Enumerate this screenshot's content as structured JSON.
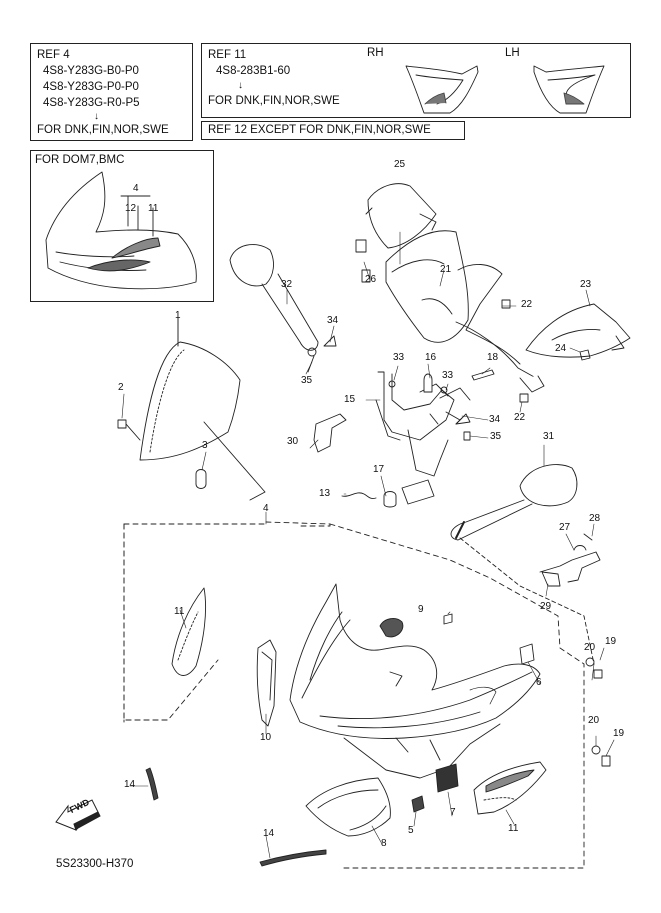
{
  "ref4": {
    "title": "REF 4",
    "codes": [
      "4S8-Y283G-B0-P0",
      "4S8-Y283G-P0-P0",
      "4S8-Y283G-R0-P5"
    ],
    "arrow": "↓",
    "note": "FOR DNK,FIN,NOR,SWE"
  },
  "ref11": {
    "title": "REF 11",
    "code": "4S8-283B1-60",
    "arrow": "↓",
    "note": "FOR DNK,FIN,NOR,SWE",
    "rh": "RH",
    "lh": "LH"
  },
  "ref12": {
    "text": "REF 12  EXCEPT FOR DNK,FIN,NOR,SWE"
  },
  "dom7": {
    "title": "FOR DOM7,BMC",
    "labels": [
      "4",
      "12",
      "11"
    ]
  },
  "parts": {
    "p1": "1",
    "p2": "2",
    "p3": "3",
    "p4": "4",
    "p5": "5",
    "p6": "6",
    "p7": "7",
    "p8": "8",
    "p9": "9",
    "p10": "10",
    "p11a": "11",
    "p11b": "11",
    "p13": "13",
    "p14a": "14",
    "p14b": "14",
    "p15": "15",
    "p16": "16",
    "p17": "17",
    "p18": "18",
    "p19a": "19",
    "p19b": "19",
    "p20a": "20",
    "p20b": "20",
    "p21": "21",
    "p22a": "22",
    "p22b": "22",
    "p23": "23",
    "p24": "24",
    "p25": "25",
    "p26": "26",
    "p27": "27",
    "p28": "28",
    "p29": "29",
    "p30": "30",
    "p31": "31",
    "p32": "32",
    "p33a": "33",
    "p33b": "33",
    "p34a": "34",
    "p34b": "34",
    "p35a": "35",
    "p35b": "35"
  },
  "fwd": "FWD",
  "diagram_code": "5S23300-H370"
}
